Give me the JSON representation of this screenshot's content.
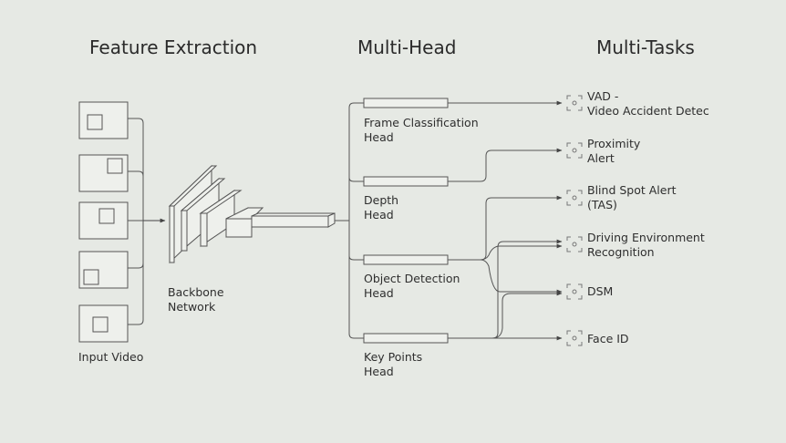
{
  "titles": {
    "feature_extraction": "Feature Extraction",
    "multi_head": "Multi-Head",
    "multi_tasks": "Multi-Tasks"
  },
  "input": {
    "label": "Input Video"
  },
  "backbone": {
    "line1": "Backbone",
    "line2": "Network"
  },
  "heads": [
    {
      "line1": "Frame Classification",
      "line2": "Head"
    },
    {
      "line1": "Depth",
      "line2": "Head"
    },
    {
      "line1": "Object Detection",
      "line2": "Head"
    },
    {
      "line1": "Key Points",
      "line2": "Head"
    }
  ],
  "tasks": [
    {
      "line1": "VAD -",
      "line2": "Video Accident Detec"
    },
    {
      "line1": "Proximity",
      "line2": "Alert"
    },
    {
      "line1": "Blind Spot Alert",
      "line2": "(TAS)"
    },
    {
      "line1": "Driving Environment",
      "line2": "Recognition"
    },
    {
      "line1": "DSM",
      "line2": ""
    },
    {
      "line1": "Face ID",
      "line2": ""
    }
  ],
  "colors": {
    "background": "#e6e9e4",
    "line": "#555555",
    "box_fill": "#eef0ec"
  }
}
